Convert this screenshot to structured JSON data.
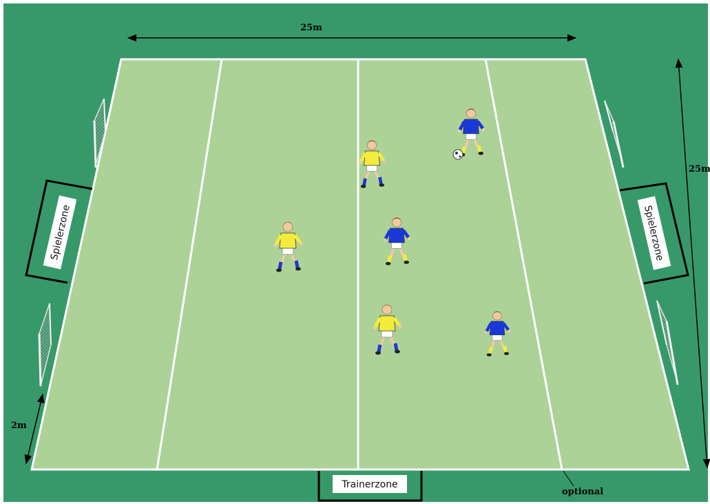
{
  "dimensions": {
    "width_label": "25m",
    "length_label": "25m",
    "edge_label": "2m"
  },
  "zones": {
    "player_zone_left": "Spielerzone",
    "player_zone_right": "Spielerzone",
    "coach_zone": "Trainerzone",
    "optional_note": "optional"
  },
  "colors": {
    "background": "#37996a",
    "pitch": "#acd298",
    "lines": "#ffffff",
    "team_yellow": "#f4ec3c",
    "team_blue": "#1a38d8"
  },
  "players": [
    {
      "team": "yellow"
    },
    {
      "team": "yellow"
    },
    {
      "team": "yellow"
    },
    {
      "team": "blue"
    },
    {
      "team": "blue"
    },
    {
      "team": "blue"
    }
  ],
  "goals": 4,
  "ball": 1
}
